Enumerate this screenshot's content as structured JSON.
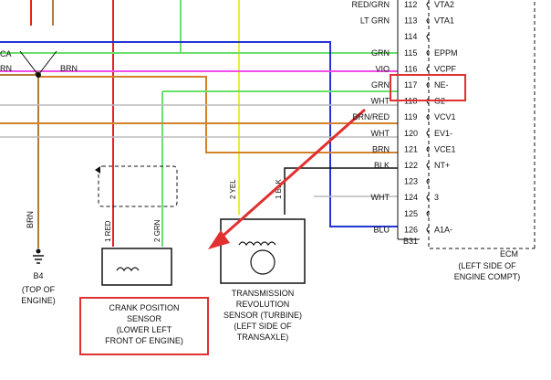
{
  "colors": {
    "red": "#e8201c",
    "yellow": "#ecec3a",
    "green": "#69e06c",
    "blue": "#2433d8",
    "brown": "#b07a3a",
    "magenta": "#f04ce6",
    "orange_brown": "#d4822a",
    "highlight": "#e03030",
    "black": "#111111"
  },
  "ecm": {
    "pins": [
      {
        "wire": "RED/GRN",
        "pin": "112",
        "signal": "VTA2"
      },
      {
        "wire": "LT GRN",
        "pin": "113",
        "signal": "VTA1"
      },
      {
        "wire": "",
        "pin": "114",
        "signal": ""
      },
      {
        "wire": "GRN",
        "pin": "115",
        "signal": "EPPM"
      },
      {
        "wire": "VIO",
        "pin": "116",
        "signal": "VCPF"
      },
      {
        "wire": "GRN",
        "pin": "117",
        "signal": "NE-"
      },
      {
        "wire": "WHT",
        "pin": "118",
        "signal": "G2-"
      },
      {
        "wire": "BRN/RED",
        "pin": "119",
        "signal": "VCV1"
      },
      {
        "wire": "WHT",
        "pin": "120",
        "signal": "EV1-"
      },
      {
        "wire": "BRN",
        "pin": "121",
        "signal": "VCE1"
      },
      {
        "wire": "BLK",
        "pin": "122",
        "signal": "NT+"
      },
      {
        "wire": "",
        "pin": "123",
        "signal": ""
      },
      {
        "wire": "WHT",
        "pin": "124",
        "signal": "3"
      },
      {
        "wire": "",
        "pin": "125",
        "signal": ""
      },
      {
        "wire": "BLU",
        "pin": "126",
        "signal": "A1A-"
      }
    ],
    "connector": "B31",
    "name": "ECM",
    "location_line1": "(LEFT SIDE OF",
    "location_line2": "ENGINE COMPT)"
  },
  "left": {
    "ca_label": "CA",
    "rn_label": "RN",
    "brn_label": "BRN",
    "brn_vertical": "BRN",
    "ground_code": "B4",
    "ground_caption_1": "(TOP OF",
    "ground_caption_2": "ENGINE)"
  },
  "crank_sensor": {
    "pin1_wire": "1 RED",
    "pin2_wire": "2 GRN",
    "title_1": "CRANK POSITION",
    "title_2": "SENSOR",
    "title_3": "(LOWER LEFT",
    "title_4": "FRONT OF ENGINE)"
  },
  "trans_sensor": {
    "pin2_wire": "2 YEL",
    "pin1_wire": "1 BLK",
    "title_1": "TRANSMISSION",
    "title_2": "REVOLUTION",
    "title_3": "SENSOR (TURBINE)",
    "title_4": "(LEFT SIDE OF",
    "title_5": "TRANSAXLE)"
  }
}
